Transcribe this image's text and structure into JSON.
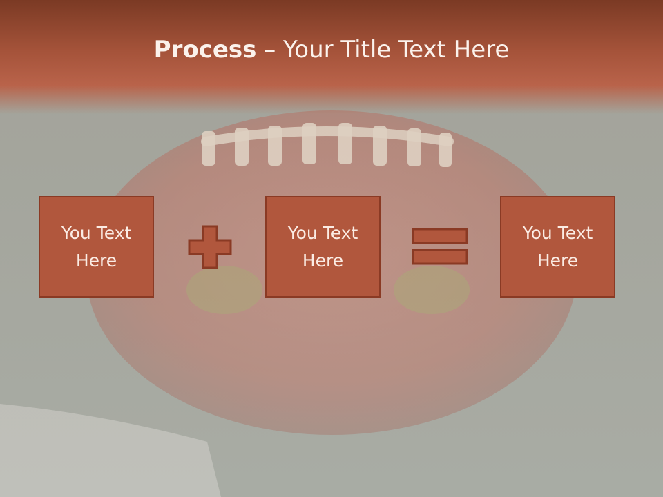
{
  "slide": {
    "title_bold": "Process",
    "title_separator": " – ",
    "title_rest": "Your Title Text Here",
    "boxes": [
      {
        "label": "You Text\nHere"
      },
      {
        "label": "You Text\nHere"
      },
      {
        "label": "You Text\nHere"
      }
    ],
    "operators": [
      "plus-icon",
      "equals-icon"
    ],
    "colors": {
      "box_fill": "#b1573d",
      "box_border": "#8a3a24",
      "title_band": "#a5533a",
      "text": "#fbf2ec"
    }
  }
}
